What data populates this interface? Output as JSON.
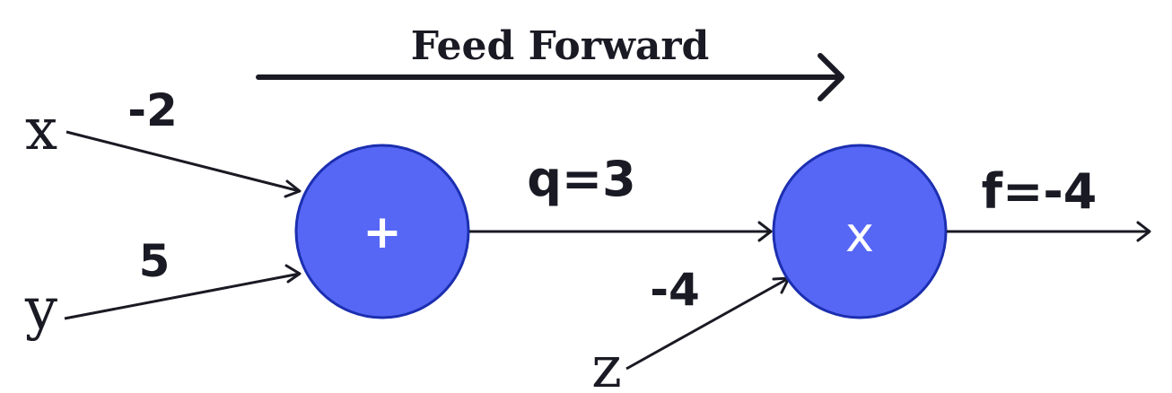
{
  "title": "Feed Forward",
  "colors": {
    "node_fill": "#5667F5",
    "node_stroke": "#1C2FB0",
    "ink": "#1A1A24",
    "node_text": "#FFFFFF"
  },
  "inputs": {
    "x": {
      "name": "x",
      "value": "-2"
    },
    "y": {
      "name": "y",
      "value": "5"
    },
    "z": {
      "name": "z",
      "value": "-4"
    }
  },
  "nodes": {
    "add": {
      "symbol": "+"
    },
    "multiply": {
      "symbol": "x"
    }
  },
  "edges": {
    "q": {
      "label": "q=3"
    },
    "f": {
      "label": "f=-4"
    }
  }
}
